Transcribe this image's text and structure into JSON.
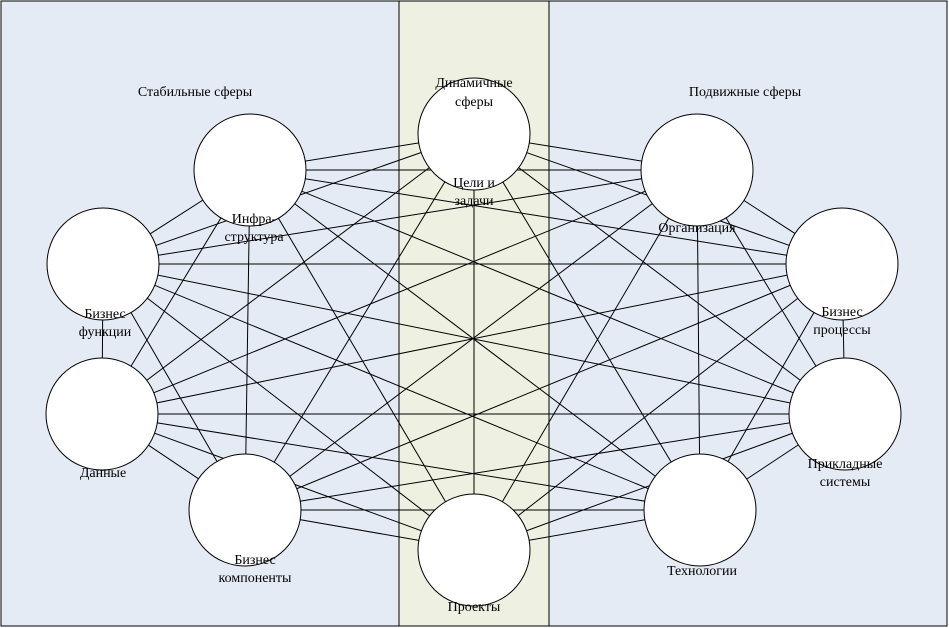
{
  "colors": {
    "side_panel": "#e5ebf5",
    "center_panel": "#eef1e1",
    "line": "#000000",
    "node_fill": "#ffffff"
  },
  "headings": {
    "stable": "Стабильные сферы",
    "dynamic_line1": "Динамичные",
    "dynamic_line2": "сферы",
    "mobile": "Подвижные сферы"
  },
  "nodes": [
    {
      "id": "goals",
      "label": [
        "Цели и",
        "задачи"
      ]
    },
    {
      "id": "infra",
      "label": [
        "Инфра-",
        "структура"
      ]
    },
    {
      "id": "org",
      "label": [
        "Организация"
      ]
    },
    {
      "id": "bizfunc",
      "label": [
        "Бизнес",
        "функции"
      ]
    },
    {
      "id": "bizproc",
      "label": [
        "Бизнес",
        "процессы"
      ]
    },
    {
      "id": "data",
      "label": [
        "Данные"
      ]
    },
    {
      "id": "apps",
      "label": [
        "Прикладные",
        "системы"
      ]
    },
    {
      "id": "bizcomp",
      "label": [
        "Бизнес",
        "компоненты"
      ]
    },
    {
      "id": "tech",
      "label": [
        "Технологии"
      ]
    },
    {
      "id": "projects",
      "label": [
        "Проекты"
      ]
    }
  ]
}
